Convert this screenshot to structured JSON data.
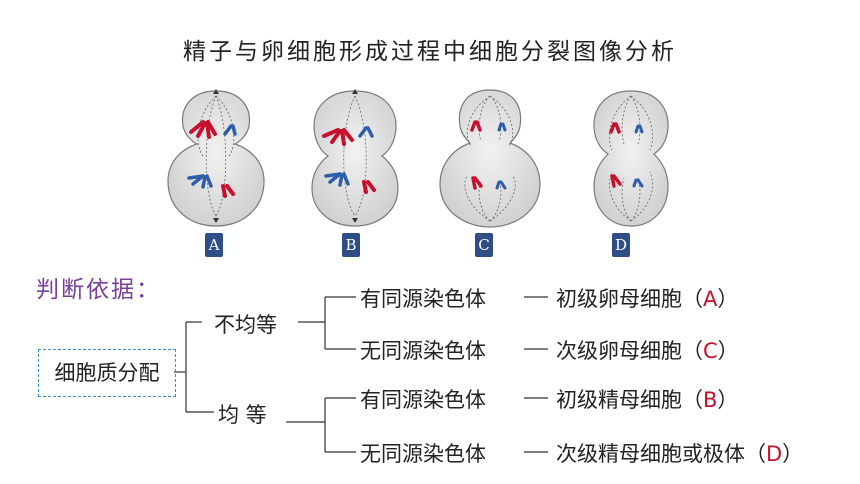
{
  "title": "精子与卵细胞形成过程中细胞分裂图像分析",
  "cells": [
    {
      "label": "A"
    },
    {
      "label": "B"
    },
    {
      "label": "C"
    },
    {
      "label": "D"
    }
  ],
  "basis_label": "判断依据：",
  "root": "细胞质分配",
  "branches": [
    {
      "label": "不均等",
      "items": [
        {
          "condition": "有同源染色体",
          "result": "初级卵母细胞",
          "open": "（",
          "answer": "A",
          "close": "）"
        },
        {
          "condition": "无同源染色体",
          "result": "次级卵母细胞",
          "open": "（",
          "answer": "C",
          "close": "）"
        }
      ]
    },
    {
      "label": "均 等",
      "items": [
        {
          "condition": "有同源染色体",
          "result": "初级精母细胞",
          "open": "（",
          "answer": "B",
          "close": "）"
        },
        {
          "condition": "无同源染色体",
          "result": "次级精母细胞或极体",
          "open": "（",
          "answer": "D",
          "close": "）"
        }
      ]
    }
  ],
  "colors": {
    "title": "#222222",
    "basis": "#7a3f97",
    "answer": "#c8102e",
    "badge": "#2f4e86",
    "box_border": "#3e90c9",
    "chromosome_red": "#c8102e",
    "chromosome_blue": "#2e5ea8",
    "cell_fill": "#e4e4e4"
  }
}
